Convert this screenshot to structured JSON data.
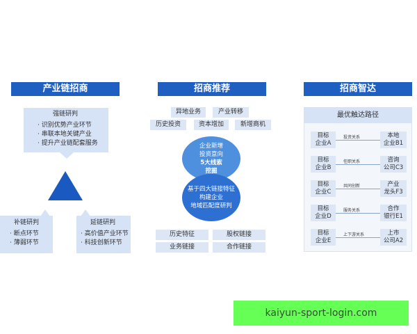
{
  "col1": {
    "title": "产业链招商",
    "qiang": {
      "title": "强链研判",
      "items": [
        "· 识别优势产业环节",
        "· 串联本地关键产业",
        "· 提升产业链配套服务"
      ]
    },
    "bu": {
      "title": "补链研判",
      "items": [
        "· 断点环节",
        "· 薄弱环节"
      ]
    },
    "yan": {
      "title": "延链研判",
      "items": [
        "· 高价值产业环节",
        "· 科技创新环节"
      ]
    }
  },
  "col2": {
    "title": "招商推荐",
    "tags_top": [
      "异地业务",
      "产业转移",
      "历史投资",
      "资本增加",
      "新增商机"
    ],
    "circle_top": [
      "企业新增",
      "投资意向",
      "5大线索",
      "挖掘"
    ],
    "circle_bottom": [
      "基于四大链接特征",
      "构建企业",
      "地域匹配度研判"
    ],
    "tags_bottom": [
      "历史特征",
      "股权链接",
      "业务链接",
      "合作链接"
    ]
  },
  "col3": {
    "title": "招商智达",
    "subtitle": "最优触达路径",
    "routes": [
      {
        "left": [
          "目标",
          "企业A"
        ],
        "rel": "投资关系",
        "right": [
          "本地",
          "企业B1"
        ]
      },
      {
        "left": [
          "目标",
          "企业B"
        ],
        "rel": "任职关系",
        "right": [
          "咨询",
          "公司C3"
        ]
      },
      {
        "left": [
          "目标",
          "企业C"
        ],
        "rel": "共同创新",
        "right": [
          "产业",
          "龙头F3"
        ]
      },
      {
        "left": [
          "目标",
          "企业D"
        ],
        "rel": "服务关系",
        "right": [
          "合作",
          "银行E1"
        ]
      },
      {
        "left": [
          "目标",
          "企业E"
        ],
        "rel": "上下游关系",
        "right": [
          "上市",
          "公司A2"
        ]
      }
    ]
  },
  "banner": "kaiyun-sport-login.com",
  "colors": {
    "header": "#1f5fc2",
    "box": "#d6e2f6",
    "circle_light": "#3f86dc",
    "circle_dark": "#1f5fc2",
    "triangle": "#1a5ac0",
    "banner": "#66ff55"
  }
}
